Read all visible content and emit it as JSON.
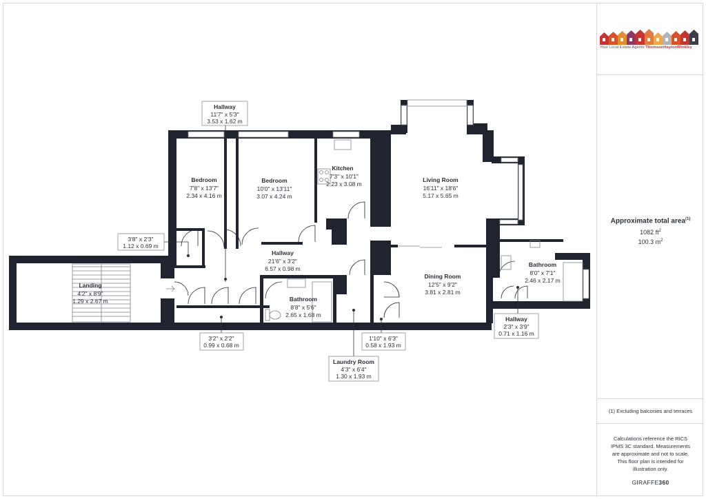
{
  "rooms": {
    "bedroom1": {
      "name": "Bedroom",
      "imperial": "7'8\" x 13'7\"",
      "metric": "2.34 x 4.16 m"
    },
    "bedroom2": {
      "name": "Bedroom",
      "imperial": "10'0\" x 13'11\"",
      "metric": "3.07 x 4.24 m"
    },
    "kitchen": {
      "name": "Kitchen",
      "imperial": "7'3\" x 10'1\"",
      "metric": "2.23 x 3.08 m"
    },
    "living": {
      "name": "Living Room",
      "imperial": "16'11\" x 18'6\"",
      "metric": "5.17 x 5.65 m"
    },
    "hallway_main": {
      "name": "Hallway",
      "imperial": "21'6\" x 3'2\"",
      "metric": "6.57 x 0.98 m"
    },
    "landing": {
      "name": "Landing",
      "imperial": "4'2\" x 8'9\"",
      "metric": "1.29 x 2.67 m"
    },
    "bathroom1": {
      "name": "Bathroom",
      "imperial": "8'8\" x 5'6\"",
      "metric": "2.65 x 1.68 m"
    },
    "dining": {
      "name": "Dining Room",
      "imperial": "12'5\" x 9'2\"",
      "metric": "3.81 x 2.81 m"
    },
    "bathroom2": {
      "name": "Bathroom",
      "imperial": "8'0\" x 7'1\"",
      "metric": "2.46 x 2.17 m"
    }
  },
  "callouts": {
    "hallway_top": {
      "name": "Hallway",
      "imperial": "11'7\" x 5'3\"",
      "metric": "3.53 x 1.62 m"
    },
    "cupboard_left": {
      "name": "",
      "imperial": "3'8\" x 2'3\"",
      "metric": "1.12 x 0.69 m"
    },
    "cupboard_bottom": {
      "name": "",
      "imperial": "3'2\" x 2'2\"",
      "metric": "0.99 x 0.68 m"
    },
    "laundry": {
      "name": "Laundry Room",
      "imperial": "4'3\" x 6'4\"",
      "metric": "1.30 x 1.93 m"
    },
    "store": {
      "name": "",
      "imperial": "1'10\" x 6'3\"",
      "metric": "0.58 x 1.93 m"
    },
    "hallway_right": {
      "name": "Hallway",
      "imperial": "2'3\" x 3'9\"",
      "metric": "0.71 x 1.16 m"
    }
  },
  "sidebar": {
    "logo_tagline": "Your Local Estate Agents",
    "logo_brand": "ThomsonHaytonWinkley",
    "house_colors": [
      "#c8342f",
      "#d9532a",
      "#e58d2c",
      "#8b3a63",
      "#c8342f",
      "#e47a3d",
      "#f0a84b",
      "#b0b3b8",
      "#d9532a",
      "#c8342f",
      "#3c3f48"
    ],
    "area_title": "Approximate total area",
    "area_note_mark": "(1)",
    "area_ft": "1082 ft",
    "area_ft_unit": "2",
    "area_m": "100.3 m",
    "area_m_unit": "2",
    "exclusion_note": "(1) Excluding balconies and terraces",
    "calc_note": "Calculations reference the RICS IPMS 3C standard. Measurements are approximate and not to scale. This floor plan is intended for illustration only.",
    "brand_light": "GIRAFFE",
    "brand_bold": "360"
  }
}
